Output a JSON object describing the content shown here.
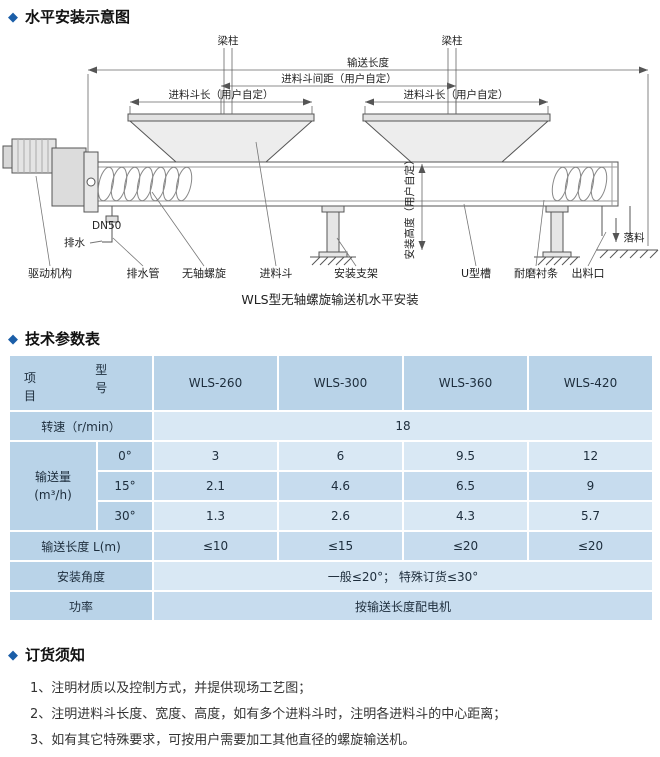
{
  "page": {
    "accent": "#1b5ea8"
  },
  "sections": {
    "installation": "水平安装示意图",
    "parameters": "技术参数表",
    "ordering": "订货须知"
  },
  "diagram": {
    "caption": "WLS型无轴螺旋输送机水平安装",
    "dims": {
      "beam_1": "梁柱",
      "beam_2": "梁柱",
      "total_length": "输送长度",
      "hopper_spacing": "进料斗间距（用户自定）",
      "hopper_length_1": "进料斗长（用户自定）",
      "hopper_length_2": "进料斗长（用户自定）",
      "install_height": "安装高度（用户自定）"
    },
    "parts": {
      "dn50": "DN50",
      "drain": "排水",
      "drive": "驱动机构",
      "drain_pipe": "排水管",
      "shaftless_screw": "无轴螺旋",
      "hopper": "进料斗",
      "bracket": "安装支架",
      "u_trough": "U型槽",
      "wear_liner": "耐磨衬条",
      "outlet": "出料口",
      "falling": "落料"
    }
  },
  "table": {
    "corner_top": "型\n号",
    "corner_bottom": "项\n目",
    "models": [
      "WLS-260",
      "WLS-300",
      "WLS-360",
      "WLS-420"
    ],
    "speed": {
      "label": "转速（r/min）",
      "value": "18"
    },
    "capacity": {
      "label": "输送量",
      "unit": "(m³/h)",
      "rows": [
        {
          "angle": "0°",
          "values": [
            "3",
            "6",
            "9.5",
            "12"
          ]
        },
        {
          "angle": "15°",
          "values": [
            "2.1",
            "4.6",
            "6.5",
            "9"
          ]
        },
        {
          "angle": "30°",
          "values": [
            "1.3",
            "2.6",
            "4.3",
            "5.7"
          ]
        }
      ]
    },
    "length": {
      "label": "输送长度 L(m)",
      "values": [
        "≤10",
        "≤15",
        "≤20",
        "≤20"
      ]
    },
    "angle": {
      "label": "安装角度",
      "value": "一般≤20°； 特殊订货≤30°"
    },
    "power": {
      "label": "功率",
      "value": "按输送长度配电机"
    }
  },
  "notes": [
    "1、注明材质以及控制方式，并提供现场工艺图；",
    "2、注明进料斗长度、宽度、高度，如有多个进料斗时，注明各进料斗的中心距离；",
    "3、如有其它特殊要求，可按用户需要加工其他直径的螺旋输送机。"
  ]
}
